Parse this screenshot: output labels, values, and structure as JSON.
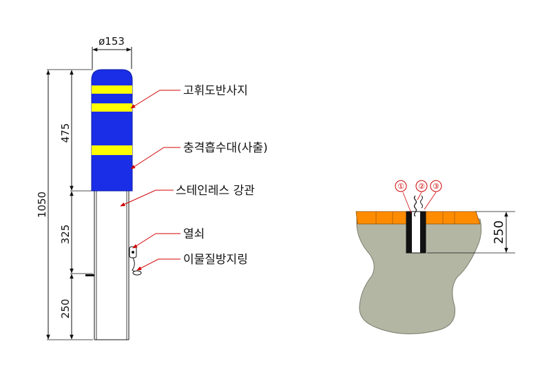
{
  "dimensions": {
    "diameter": "ø153",
    "total_height": "1050",
    "upper_height": "475",
    "middle_height": "325",
    "lower_height": "250",
    "embed_depth": "250"
  },
  "callouts": {
    "reflective_sheet": "고휘도반사지",
    "shock_absorber": "충격흡수대(사출)",
    "stainless_pipe": "스테인레스 강관",
    "key": "열쇠",
    "anti_theft_ring": "이물질방지링"
  },
  "detail_numbers": [
    "①",
    "②",
    "③"
  ],
  "colors": {
    "cover_blue": "#1a2ee8",
    "stripe_yellow": "#ffff00",
    "concrete": "#b4b6a4",
    "asphalt_orange": "#ff8c00",
    "marker_red": "#d00000"
  }
}
